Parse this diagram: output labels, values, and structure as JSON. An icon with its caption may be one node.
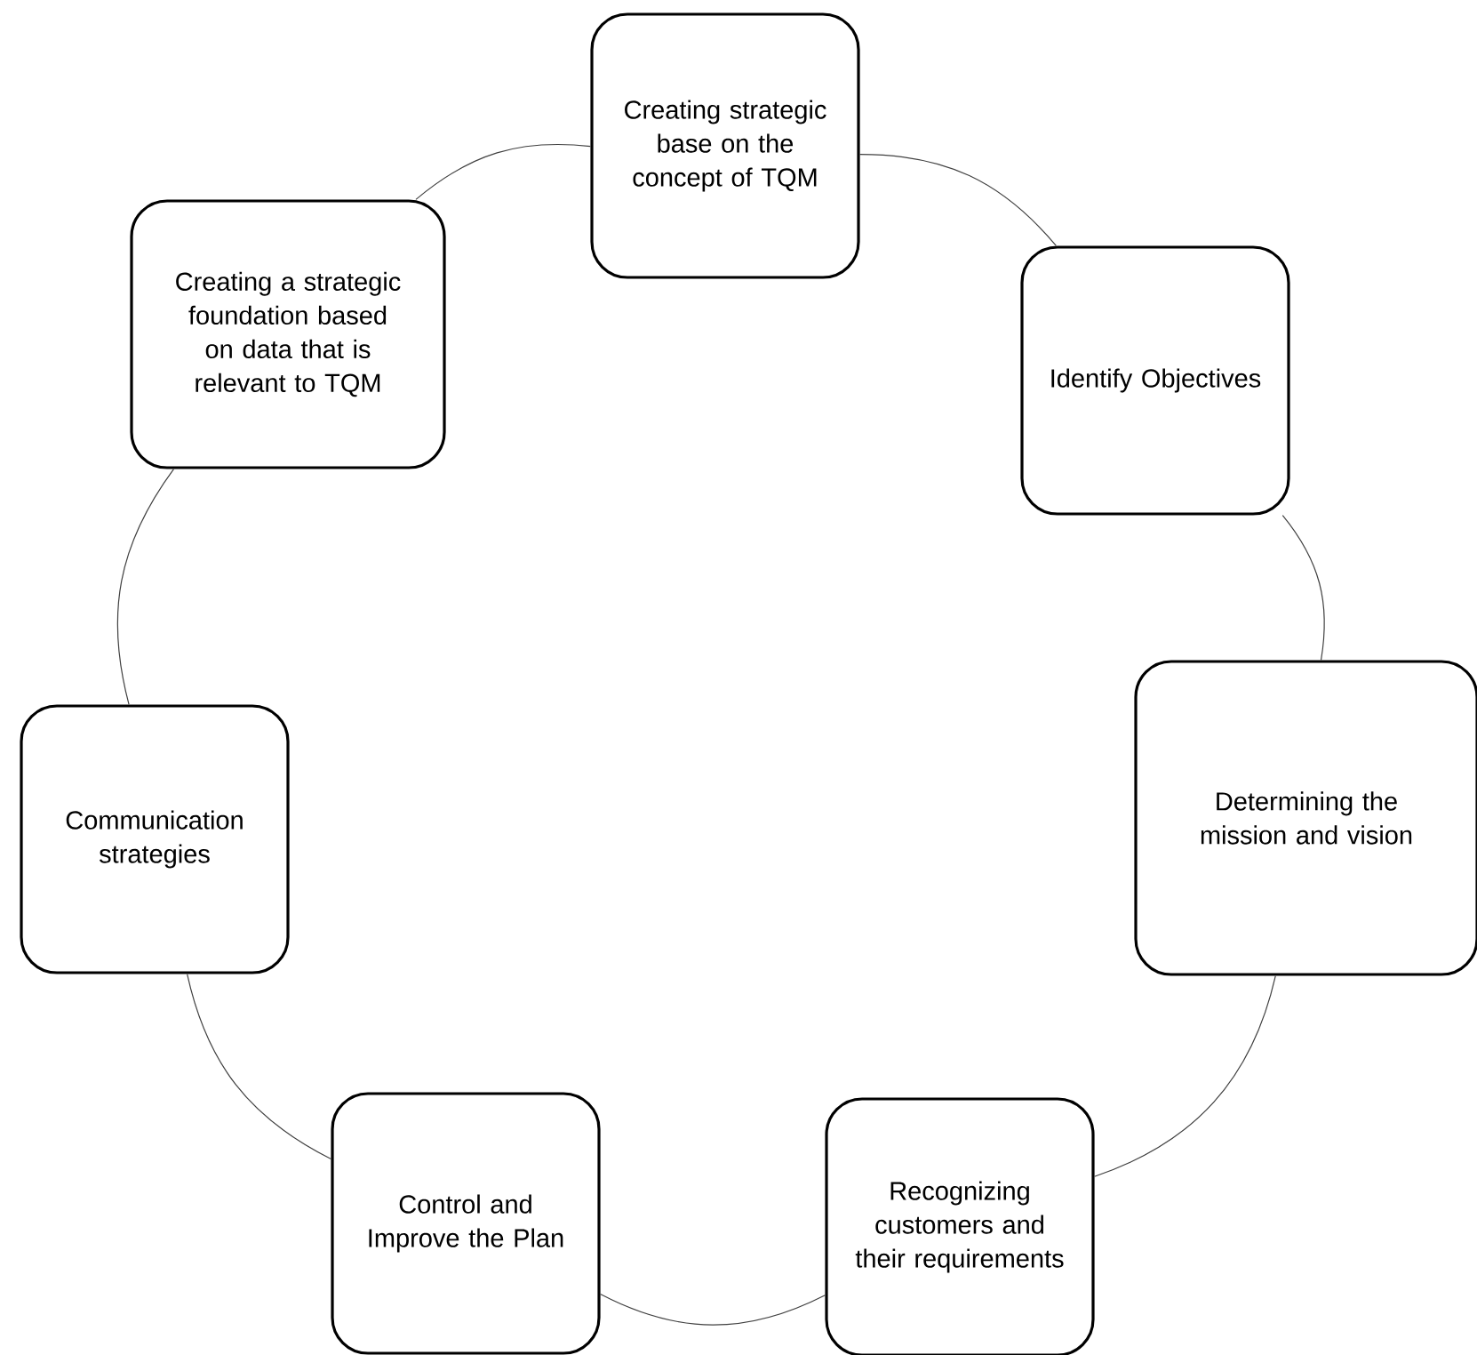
{
  "diagram": {
    "nodes": [
      {
        "text": [
          "Creating strategic base on the concept of TQM"
        ]
      },
      {
        "text": [
          "Identify Objectives"
        ]
      },
      {
        "text": [
          "Determining the mission and vision"
        ]
      },
      {
        "text": [
          "Recognizing customers and their requirements"
        ]
      },
      {
        "text": [
          "Control and Improve the Plan"
        ]
      },
      {
        "text": [
          "Communication strategies"
        ]
      },
      {
        "text": [
          "Creating a strategic foundation based on data that is relevant to TQM"
        ]
      }
    ],
    "edges": [
      {
        "from": 0,
        "to": 1,
        "arrow": "none"
      },
      {
        "from": 1,
        "to": 2,
        "arrow": "none"
      },
      {
        "from": 2,
        "to": 3,
        "arrow": "none"
      },
      {
        "from": 3,
        "to": 4,
        "arrow": "none"
      },
      {
        "from": 4,
        "to": 5,
        "arrow": "none"
      },
      {
        "from": 5,
        "to": 6,
        "arrow": "none"
      },
      {
        "from": 6,
        "to": 0,
        "arrow": "none"
      }
    ]
  }
}
